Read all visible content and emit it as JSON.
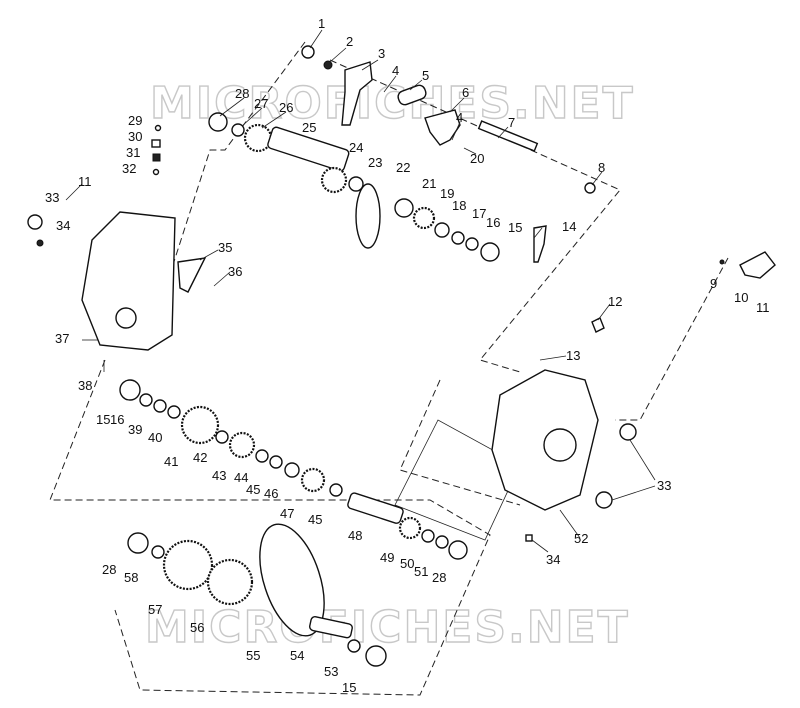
{
  "watermark": {
    "text_top": "MICROFICHES.NET",
    "text_bottom": "MICROFICHES.NET"
  },
  "callouts": [
    {
      "id": "c1",
      "text": "1"
    },
    {
      "id": "c2",
      "text": "2"
    },
    {
      "id": "c3",
      "text": "3"
    },
    {
      "id": "c4a",
      "text": "4"
    },
    {
      "id": "c5",
      "text": "5"
    },
    {
      "id": "c6",
      "text": "6"
    },
    {
      "id": "c4b",
      "text": "4"
    },
    {
      "id": "c7",
      "text": "7"
    },
    {
      "id": "c20",
      "text": "20"
    },
    {
      "id": "c8",
      "text": "8"
    },
    {
      "id": "c28a",
      "text": "28"
    },
    {
      "id": "c27",
      "text": "27"
    },
    {
      "id": "c26",
      "text": "26"
    },
    {
      "id": "c25",
      "text": "25"
    },
    {
      "id": "c24",
      "text": "24"
    },
    {
      "id": "c23",
      "text": "23"
    },
    {
      "id": "c22",
      "text": "22"
    },
    {
      "id": "c21",
      "text": "21"
    },
    {
      "id": "c19",
      "text": "19"
    },
    {
      "id": "c18",
      "text": "18"
    },
    {
      "id": "c17",
      "text": "17"
    },
    {
      "id": "c16a",
      "text": "16"
    },
    {
      "id": "c15a",
      "text": "15"
    },
    {
      "id": "c14",
      "text": "14"
    },
    {
      "id": "c29",
      "text": "29"
    },
    {
      "id": "c30",
      "text": "30"
    },
    {
      "id": "c31",
      "text": "31"
    },
    {
      "id": "c32",
      "text": "32"
    },
    {
      "id": "c33a",
      "text": "33"
    },
    {
      "id": "c11a",
      "text": "11"
    },
    {
      "id": "c34a",
      "text": "34"
    },
    {
      "id": "c35",
      "text": "35"
    },
    {
      "id": "c36",
      "text": "36"
    },
    {
      "id": "c37",
      "text": "37"
    },
    {
      "id": "c38",
      "text": "38"
    },
    {
      "id": "c9",
      "text": "9"
    },
    {
      "id": "c10",
      "text": "10"
    },
    {
      "id": "c11b",
      "text": "11"
    },
    {
      "id": "c12",
      "text": "12"
    },
    {
      "id": "c13",
      "text": "13"
    },
    {
      "id": "c15b",
      "text": "15"
    },
    {
      "id": "c16b",
      "text": "16"
    },
    {
      "id": "c39",
      "text": "39"
    },
    {
      "id": "c40",
      "text": "40"
    },
    {
      "id": "c41",
      "text": "41"
    },
    {
      "id": "c42",
      "text": "42"
    },
    {
      "id": "c43",
      "text": "43"
    },
    {
      "id": "c44",
      "text": "44"
    },
    {
      "id": "c45a",
      "text": "45"
    },
    {
      "id": "c46",
      "text": "46"
    },
    {
      "id": "c47",
      "text": "47"
    },
    {
      "id": "c45b",
      "text": "45"
    },
    {
      "id": "c48",
      "text": "48"
    },
    {
      "id": "c49",
      "text": "49"
    },
    {
      "id": "c50",
      "text": "50"
    },
    {
      "id": "c51",
      "text": "51"
    },
    {
      "id": "c28b",
      "text": "28"
    },
    {
      "id": "c33b",
      "text": "33"
    },
    {
      "id": "c52",
      "text": "52"
    },
    {
      "id": "c34b",
      "text": "34"
    },
    {
      "id": "c28c",
      "text": "28"
    },
    {
      "id": "c58",
      "text": "58"
    },
    {
      "id": "c57",
      "text": "57"
    },
    {
      "id": "c56",
      "text": "56"
    },
    {
      "id": "c55",
      "text": "55"
    },
    {
      "id": "c54",
      "text": "54"
    },
    {
      "id": "c53",
      "text": "53"
    },
    {
      "id": "c15c",
      "text": "15"
    }
  ]
}
